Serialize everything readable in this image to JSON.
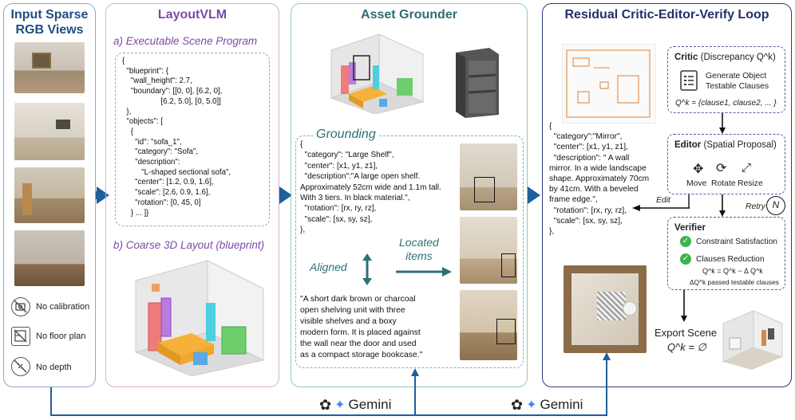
{
  "panel1": {
    "title_line1": "Input Sparse",
    "title_line2": "RGB Views",
    "constraints": [
      {
        "label": "No calibration",
        "icon": "camera-off-icon"
      },
      {
        "label": "No floor plan",
        "icon": "floor-plan-off-icon"
      },
      {
        "label": "No depth",
        "icon": "depth-off-icon"
      }
    ]
  },
  "panel2": {
    "title": "LayoutVLM",
    "sub_a": "a) Executable Scene Program",
    "sub_b": "b) Coarse 3D Layout (blueprint)",
    "code": [
      "{",
      "  \"blueprint\": {",
      "    \"wall_height\": 2.7,",
      "    \"boundary\": [[0, 0], [6.2, 0],",
      "                  [6.2, 5.0], [0, 5.0]]",
      "  },",
      "  \"objects\": [",
      "    {",
      "      \"id\": \"sofa_1\",",
      "      \"category\": \"Sofa\",",
      "      \"description\":",
      "         \"L-shaped sectional sofa\",",
      "      \"center\": [1.2, 0.9, 1.6],",
      "      \"scale\": [2.6, 0.9, 1.6],",
      "      \"rotation\": [0, 45, 0]",
      "    } ... ]}"
    ]
  },
  "panel3": {
    "title": "Asset Grounder",
    "grounding": "Grounding",
    "code": [
      "{",
      "  \"category\": \"Large Shelf\",",
      "  \"center\": [x1, y1, z1],",
      "  \"description\":\"A large open shelf.",
      "Approximately 52cm wide and 1.1m tall.",
      "With 3 tiers. In black material.\",",
      "  \"rotation\": [rx, ry, rz],",
      "  \"scale\": [sx, sy, sz],",
      "},"
    ],
    "aligned": "Aligned",
    "located": "Located",
    "items": "items",
    "quote": [
      "\"A short dark brown or charcoal",
      "open shelving unit with three",
      "visible shelves and a boxy",
      "modern form. It is placed against",
      "the wall near the door and used",
      "as a compact storage bookcase.\""
    ]
  },
  "panel4": {
    "title": "Residual Critic-Editor-Verify Loop",
    "critic_title": "Critic",
    "critic_sub": "(Discrepancy Q^k)",
    "critic_gen1": "Generate Object",
    "critic_gen2": "Testable Clauses",
    "critic_formula": "Q^k = {clause1, clause2, ... }",
    "editor_title": "Editor",
    "editor_sub": "(Spatial Proposal)",
    "editor_ops": [
      "Move",
      "Rotate",
      "Resize"
    ],
    "verifier_title": "Verifier",
    "verifier_items": [
      "Constraint Satisfaction",
      "Clauses Reduction"
    ],
    "verifier_f1": "Q^k = Q^k − Δ Q^k",
    "verifier_f2": "ΔQ^k passed testable clauses",
    "edit": "Edit",
    "retry": "Retry",
    "n": "N",
    "export": "Export Scene",
    "export_formula": "Q^k = ∅",
    "code": [
      "{",
      "  \"category\":\"Mirror\",",
      "  \"center\": [x1, y1, z1],",
      "  \"description\": \" A wall",
      "mirror. In a wide landscape",
      "shape. Approximately 70cm",
      "by 41cm. With a beveled",
      "frame edge.\",",
      "  \"rotation\": [rx, ry, rz],",
      "  \"scale\": [sx, sy, sz],",
      "},"
    ]
  },
  "bottom": {
    "gemini1": "Gemini",
    "gemini2": "Gemini"
  },
  "colors": {
    "panel1": "#7f9fc6",
    "panel2": "#d8a6d8",
    "panel3": "#8fbfc0",
    "panel4": "#2e3a7a",
    "arrow": "#1f5f9c",
    "purple": "#7d4aa6",
    "teal": "#2f6f73"
  }
}
